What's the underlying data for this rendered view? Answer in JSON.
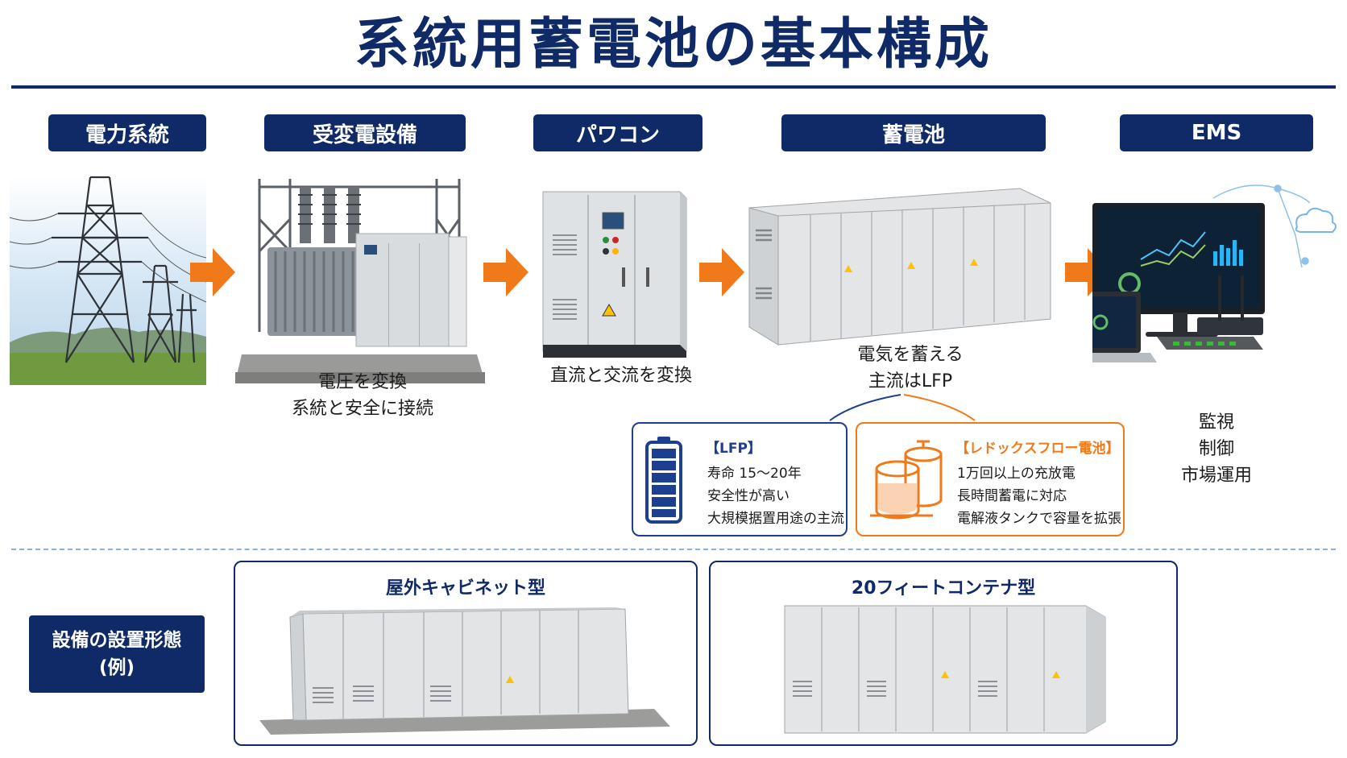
{
  "title": "系統用蓄電池の基本構成",
  "flow": [
    {
      "label": "電力系統",
      "caption": []
    },
    {
      "label": "受変電設備",
      "caption": [
        "電圧を変換",
        "系統と安全に接続"
      ]
    },
    {
      "label": "パワコン",
      "caption": [
        "直流と交流を変換"
      ]
    },
    {
      "label": "蓄電池",
      "caption": [
        "電気を蓄える",
        "主流はLFP"
      ]
    },
    {
      "label": "EMS",
      "caption": [
        "監視",
        "制御",
        "市場運用"
      ]
    }
  ],
  "lfp_box": {
    "title": "【LFP】",
    "lines": [
      "寿命 15〜20年",
      "安全性が高い",
      "大規模据置用途の主流"
    ]
  },
  "redox_box": {
    "title": "【レドックスフロー電池】",
    "lines": [
      "1万回以上の充放電",
      "長時間蓄電に対応",
      "電解液タンクで容量を拡張"
    ]
  },
  "installation": {
    "label_lines": [
      "設備の設置形態",
      "(例)"
    ],
    "types": [
      {
        "title": "屋外キャビネット型"
      },
      {
        "title": "20フィートコンテナ型"
      }
    ]
  },
  "colors": {
    "navy": "#0f2a66",
    "orange": "#f07a1a",
    "lfp_border": "#1d3f8f",
    "redox_border": "#f07a1a"
  },
  "icons": {
    "grid": "transmission-tower-icon",
    "substation": "transformer-icon",
    "pcs": "power-conditioner-cabinet-icon",
    "battery": "battery-container-icon",
    "ems": "monitor-dashboard-icon",
    "lfp": "battery-level-icon",
    "redox": "electrolyte-tank-icon"
  }
}
